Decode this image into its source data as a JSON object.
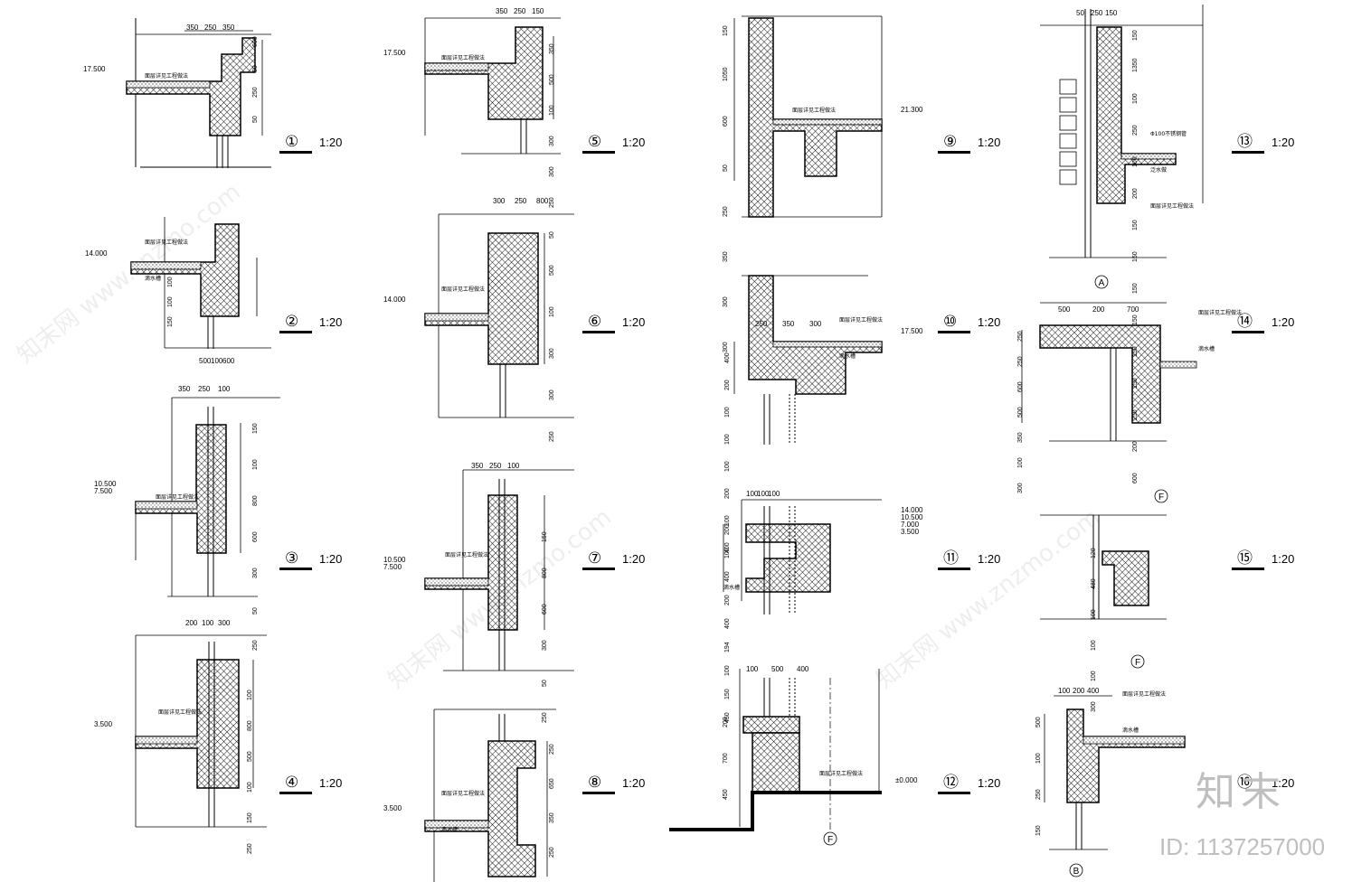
{
  "sheet": {
    "watermark_brand": "知末",
    "watermark_id": "ID: 1137257000",
    "diagonal_watermark": "知末网 www.znzmo.com"
  },
  "details": [
    {
      "num": "①",
      "scale": "1:20",
      "levels": [
        "17.500"
      ],
      "dims": [
        "350",
        "250",
        "350",
        "600",
        "50",
        "250",
        "50"
      ],
      "notes": [
        "面层详见工程做法"
      ]
    },
    {
      "num": "②",
      "scale": "1:20",
      "levels": [
        "14.000"
      ],
      "dims": [
        "500",
        "100",
        "600",
        "100",
        "100",
        "150"
      ],
      "notes": [
        "面层详见工程做法",
        "滴水槽"
      ]
    },
    {
      "num": "③",
      "scale": "1:20",
      "levels": [
        "10.500",
        "7.500"
      ],
      "dims": [
        "350",
        "250",
        "100",
        "150",
        "100",
        "800",
        "600",
        "300",
        "50",
        "250"
      ],
      "notes": [
        "面层详见工程做法"
      ]
    },
    {
      "num": "④",
      "scale": "1:20",
      "levels": [
        "3.500"
      ],
      "dims": [
        "200",
        "100",
        "300",
        "100",
        "800",
        "500",
        "100",
        "150",
        "250",
        "150"
      ],
      "notes": [
        "面层详见工程做法"
      ]
    },
    {
      "num": "⑤",
      "scale": "1:20",
      "levels": [
        "17.500"
      ],
      "dims": [
        "350",
        "250",
        "150",
        "350",
        "500",
        "100",
        "300",
        "300",
        "250",
        "50"
      ],
      "notes": [
        "面层详见工程做法"
      ]
    },
    {
      "num": "⑥",
      "scale": "1:20",
      "levels": [
        "14.000"
      ],
      "dims": [
        "300",
        "250",
        "800",
        "500",
        "100",
        "300",
        "300",
        "250"
      ],
      "notes": [
        "面层详见工程做法"
      ]
    },
    {
      "num": "⑦",
      "scale": "1:20",
      "levels": [
        "10.500",
        "7.500"
      ],
      "dims": [
        "350",
        "250",
        "100",
        "150",
        "800",
        "600",
        "300",
        "50",
        "250"
      ],
      "notes": [
        "面层详见工程做法"
      ]
    },
    {
      "num": "⑧",
      "scale": "1:20",
      "levels": [
        "3.500"
      ],
      "dims": [
        "250",
        "650",
        "350",
        "250"
      ],
      "notes": [
        "面层详见工程做法",
        "滴水槽"
      ]
    },
    {
      "num": "⑨",
      "scale": "1:20",
      "levels": [
        "21.300"
      ],
      "dims": [
        "150",
        "1050",
        "600",
        "50",
        "250",
        "350",
        "300",
        "300"
      ],
      "notes": [
        "面层详见工程做法"
      ]
    },
    {
      "num": "⑩",
      "scale": "1:20",
      "levels": [
        "17.500"
      ],
      "dims": [
        "250",
        "350",
        "300",
        "400",
        "200",
        "100",
        "100",
        "100",
        "200",
        "100",
        "400"
      ],
      "notes": [
        "面层详见工程做法",
        "滴水槽"
      ]
    },
    {
      "num": "⑪",
      "scale": "1:20",
      "levels": [
        "14.000",
        "10.500",
        "7.000",
        "3.500"
      ],
      "dims": [
        "100",
        "100",
        "100",
        "200",
        "100",
        "400",
        "200",
        "400",
        "194",
        "100",
        "150",
        "450"
      ],
      "notes": [
        "滴水槽"
      ]
    },
    {
      "num": "⑫",
      "scale": "1:20",
      "levels": [
        "±0.000"
      ],
      "dims": [
        "100",
        "500",
        "400",
        "200",
        "700",
        "450"
      ],
      "notes": [
        "面层详见工程做法"
      ],
      "axis": "F"
    },
    {
      "num": "⑬",
      "scale": "1:20",
      "levels": [],
      "dims": [
        "50",
        "250",
        "150",
        "150",
        "1350",
        "100",
        "250",
        "100",
        "200",
        "150",
        "150",
        "150",
        "150",
        "150",
        "150",
        "250",
        "200",
        "600"
      ],
      "notes": [
        "Φ100不锈钢管",
        "泛水做",
        "面层详见工程做法"
      ],
      "axis": "A"
    },
    {
      "num": "⑭",
      "scale": "1:20",
      "levels": [],
      "dims": [
        "500",
        "200",
        "700",
        "250",
        "250",
        "600",
        "500",
        "350",
        "100",
        "300"
      ],
      "notes": [
        "面层详见工程做法",
        "滴水槽"
      ],
      "axis": "F"
    },
    {
      "num": "⑮",
      "scale": "1:20",
      "levels": [],
      "dims": [
        "120",
        "480",
        "100",
        "100",
        "100",
        "300"
      ],
      "notes": [],
      "axis": "F"
    },
    {
      "num": "⑯",
      "scale": "1:20",
      "levels": [],
      "dims": [
        "100",
        "200",
        "400",
        "500",
        "100",
        "250",
        "150"
      ],
      "notes": [
        "面层详见工程做法",
        "滴水槽"
      ],
      "axis": "B"
    }
  ]
}
